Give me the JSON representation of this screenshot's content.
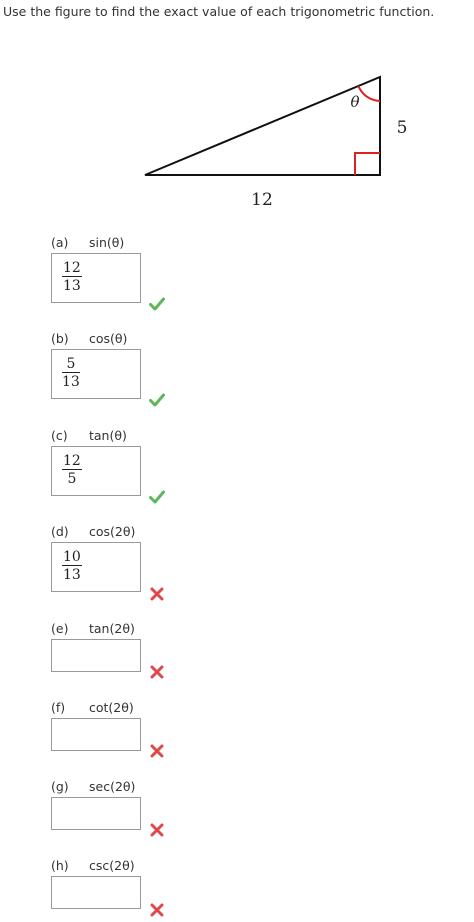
{
  "prompt": "Use the figure to find the exact value of each trigonometric function.",
  "figure": {
    "angle_label": "θ",
    "side_vertical": "5",
    "side_horizontal": "12"
  },
  "questions": [
    {
      "letter": "(a)",
      "func": "sin(θ)",
      "num": "12",
      "den": "13",
      "status": "correct"
    },
    {
      "letter": "(b)",
      "func": "cos(θ)",
      "num": "5",
      "den": "13",
      "status": "correct"
    },
    {
      "letter": "(c)",
      "func": "tan(θ)",
      "num": "12",
      "den": "5",
      "status": "correct"
    },
    {
      "letter": "(d)",
      "func": "cos(2θ)",
      "num": "10",
      "den": "13",
      "status": "incorrect"
    },
    {
      "letter": "(e)",
      "func": "tan(2θ)",
      "num": "",
      "den": "",
      "status": "incorrect"
    },
    {
      "letter": "(f)",
      "func": "cot(2θ)",
      "num": "",
      "den": "",
      "status": "incorrect"
    },
    {
      "letter": "(g)",
      "func": "sec(2θ)",
      "num": "",
      "den": "",
      "status": "incorrect"
    },
    {
      "letter": "(h)",
      "func": "csc(2θ)",
      "num": "",
      "den": "",
      "status": "incorrect"
    }
  ],
  "colors": {
    "correct": "#5cb85c",
    "incorrect": "#e04848",
    "right_angle": "#e02020"
  }
}
